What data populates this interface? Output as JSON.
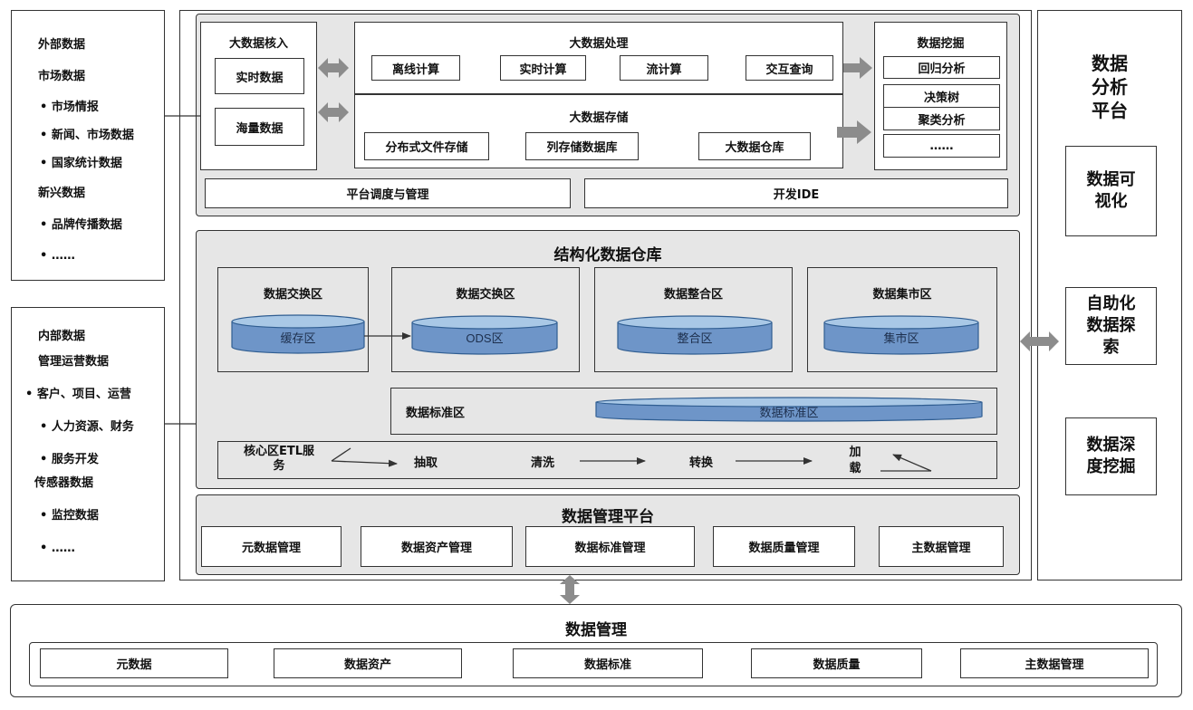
{
  "external": {
    "title": "外部数据",
    "market": "市场数据",
    "items1": [
      "•  市场情报",
      "•  新闻、市场数据",
      "•  国家统计数据"
    ],
    "emerging": "新兴数据",
    "items2": [
      "•  品牌传播数据",
      "•  ……"
    ]
  },
  "internal": {
    "title": "内部数据",
    "ops": "管理运营数据",
    "items1": [
      "• 客户、项目、运营",
      "•  人力资源、财务",
      "•  服务开发"
    ],
    "sensor": "传感器数据",
    "items2": [
      "•  监控数据",
      "•  ……"
    ]
  },
  "platform": {
    "ingest": {
      "title": "大数据核入",
      "realtime": "实时数据",
      "massive": "海量数据"
    },
    "processing": {
      "title": "大数据处理",
      "items": [
        "离线计算",
        "实时计算",
        "流计算",
        "交互查询"
      ]
    },
    "storage": {
      "title": "大数据存储",
      "items": [
        "分布式文件存储",
        "列存储数据库",
        "大数据仓库"
      ]
    },
    "mining": {
      "title": "数据挖掘",
      "items": [
        "回归分析",
        "决策树",
        "聚类分析",
        "……"
      ]
    },
    "scheduling": "平台调度与管理",
    "ide": "开发IDE"
  },
  "warehouse": {
    "title": "结构化数据仓库",
    "zones": [
      {
        "title": "数据交换区",
        "db": "缓存区"
      },
      {
        "title": "数据交换区",
        "db": "ODS区"
      },
      {
        "title": "数据整合区",
        "db": "整合区"
      },
      {
        "title": "数据集市区",
        "db": "集市区"
      }
    ],
    "standard": {
      "title": "数据标准区",
      "db": "数据标准区"
    },
    "etl": {
      "title": "核心区ETL服\n务",
      "steps": [
        "抽取",
        "清洗",
        "转换",
        "加\n载"
      ]
    }
  },
  "mgmt_platform": {
    "title": "数据管理平台",
    "items": [
      "元数据管理",
      "数据资产管理",
      "数据标准管理",
      "数据质量管理",
      "主数据管理"
    ]
  },
  "analysis": {
    "title": "数据\n分析\n平台",
    "items": [
      "数据可\n视化",
      "自助化\n数据探\n索",
      "数据深\n度挖掘"
    ]
  },
  "data_mgmt": {
    "title": "数据管理",
    "items": [
      "元数据",
      "数据资产",
      "数据标准",
      "数据质量",
      "主数据管理"
    ]
  },
  "colors": {
    "db_top": "#a9c8e6",
    "db_body": "#6e95c8",
    "db_stroke": "#2f5d91",
    "arrow_gray": "#8c8c8c"
  }
}
